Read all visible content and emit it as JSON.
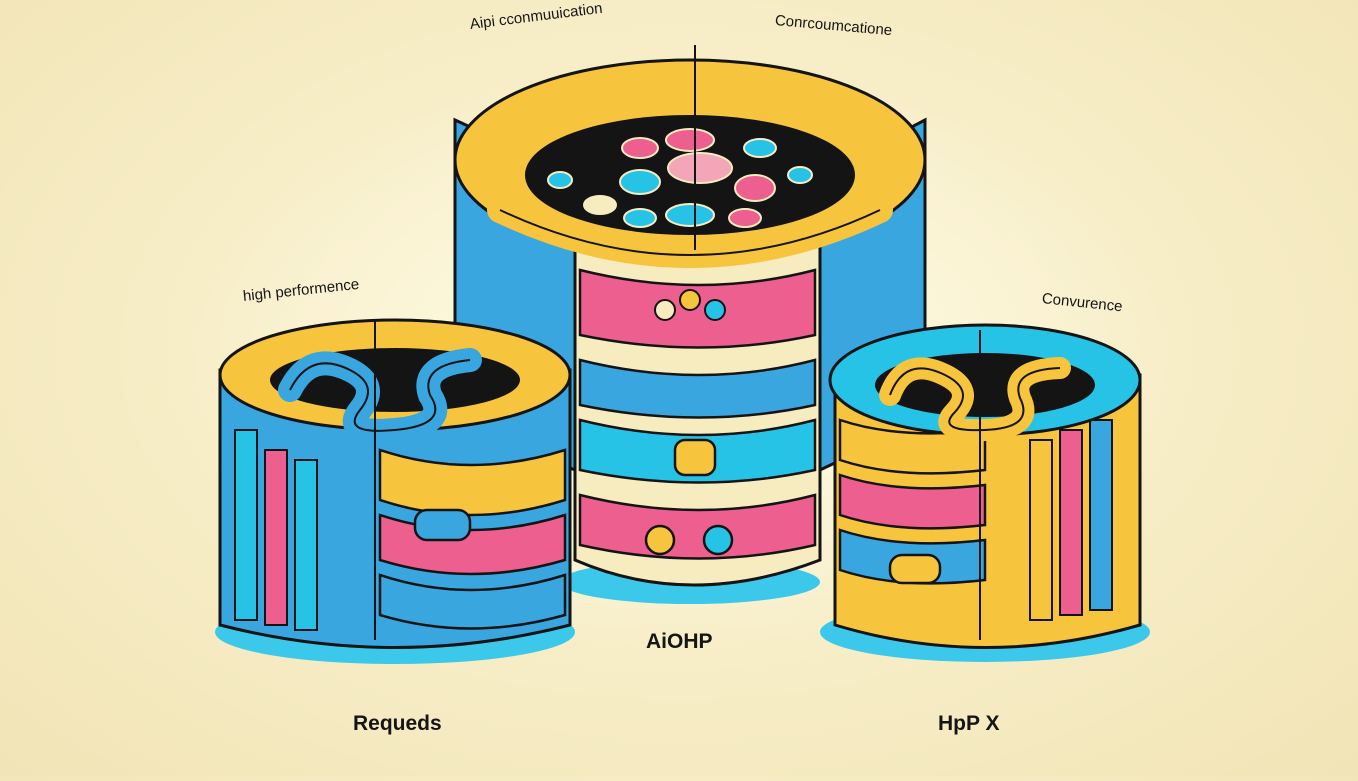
{
  "labels": {
    "api_communication": "Aipi cconmuuication",
    "concurrency": "Conrcoumcatione",
    "high_performance": "high performence",
    "convurence": "Convurence",
    "aiohttp": "AiOHP",
    "requests": "Requeds",
    "httpx": "HpP X"
  },
  "colors": {
    "background": "#f6ecc4",
    "outline": "#141414",
    "blue": "#3aa6e0",
    "cyan": "#27c3e6",
    "pink": "#ec5f8e",
    "yellow": "#f7c43d",
    "orange": "#f1a32c",
    "cream": "#f7ebc0"
  },
  "icons": [
    "server-cylinder-icon",
    "database-stack-icon",
    "bubble-chip-icon"
  ]
}
